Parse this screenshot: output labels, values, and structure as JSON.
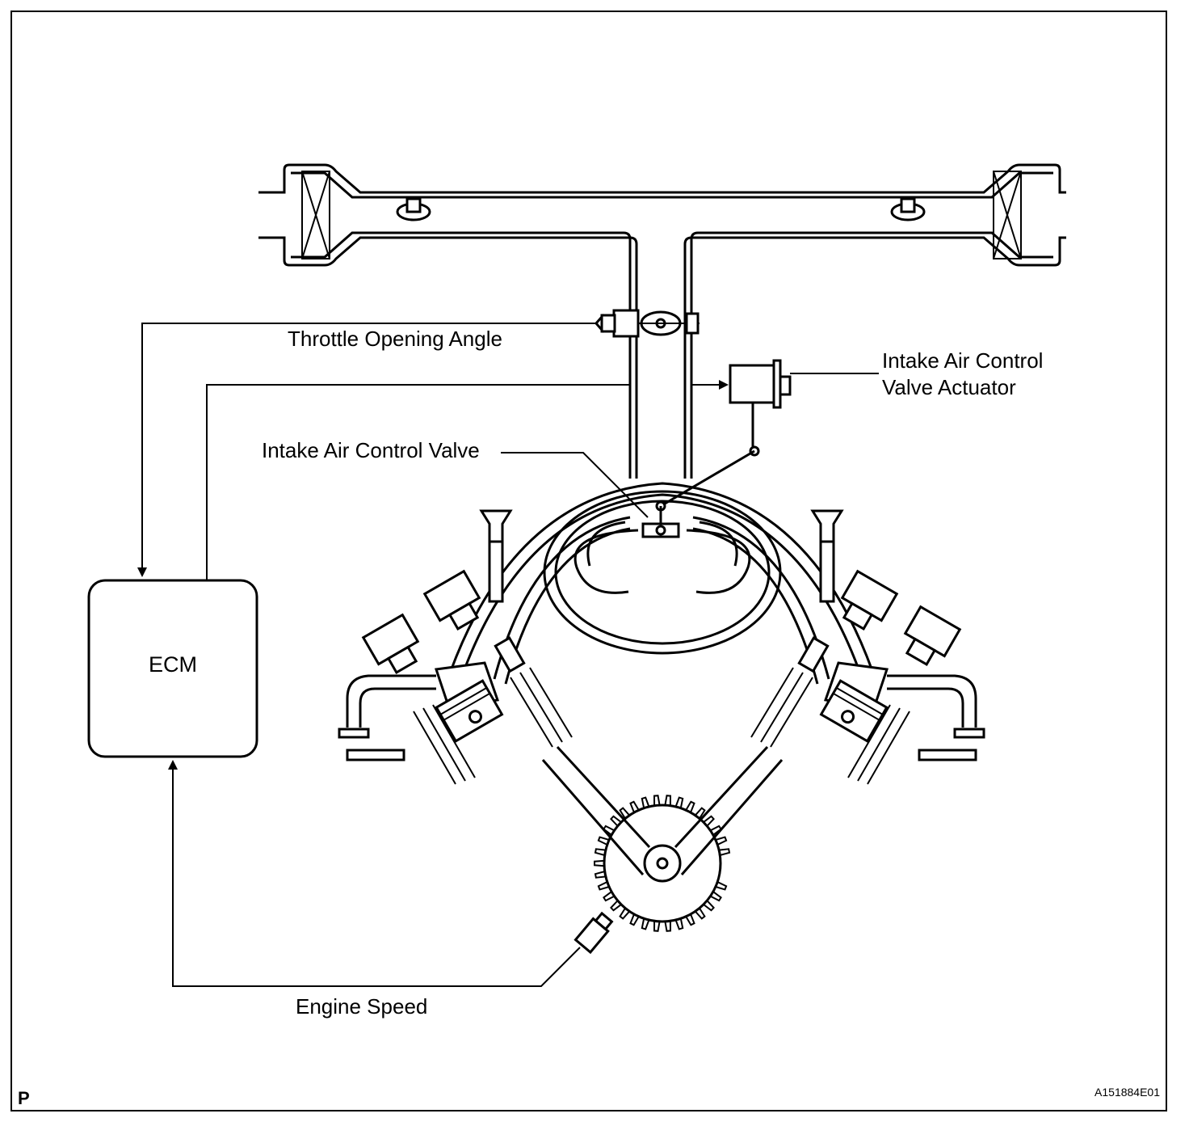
{
  "labels": {
    "throttle": "Throttle Opening Angle",
    "actuator_line1": "Intake Air Control",
    "actuator_line2": "Valve Actuator",
    "valve": "Intake Air Control Valve",
    "engine_speed": "Engine Speed",
    "ecm": "ECM"
  },
  "corner_letter": "P",
  "figure_id": "A151884E01"
}
